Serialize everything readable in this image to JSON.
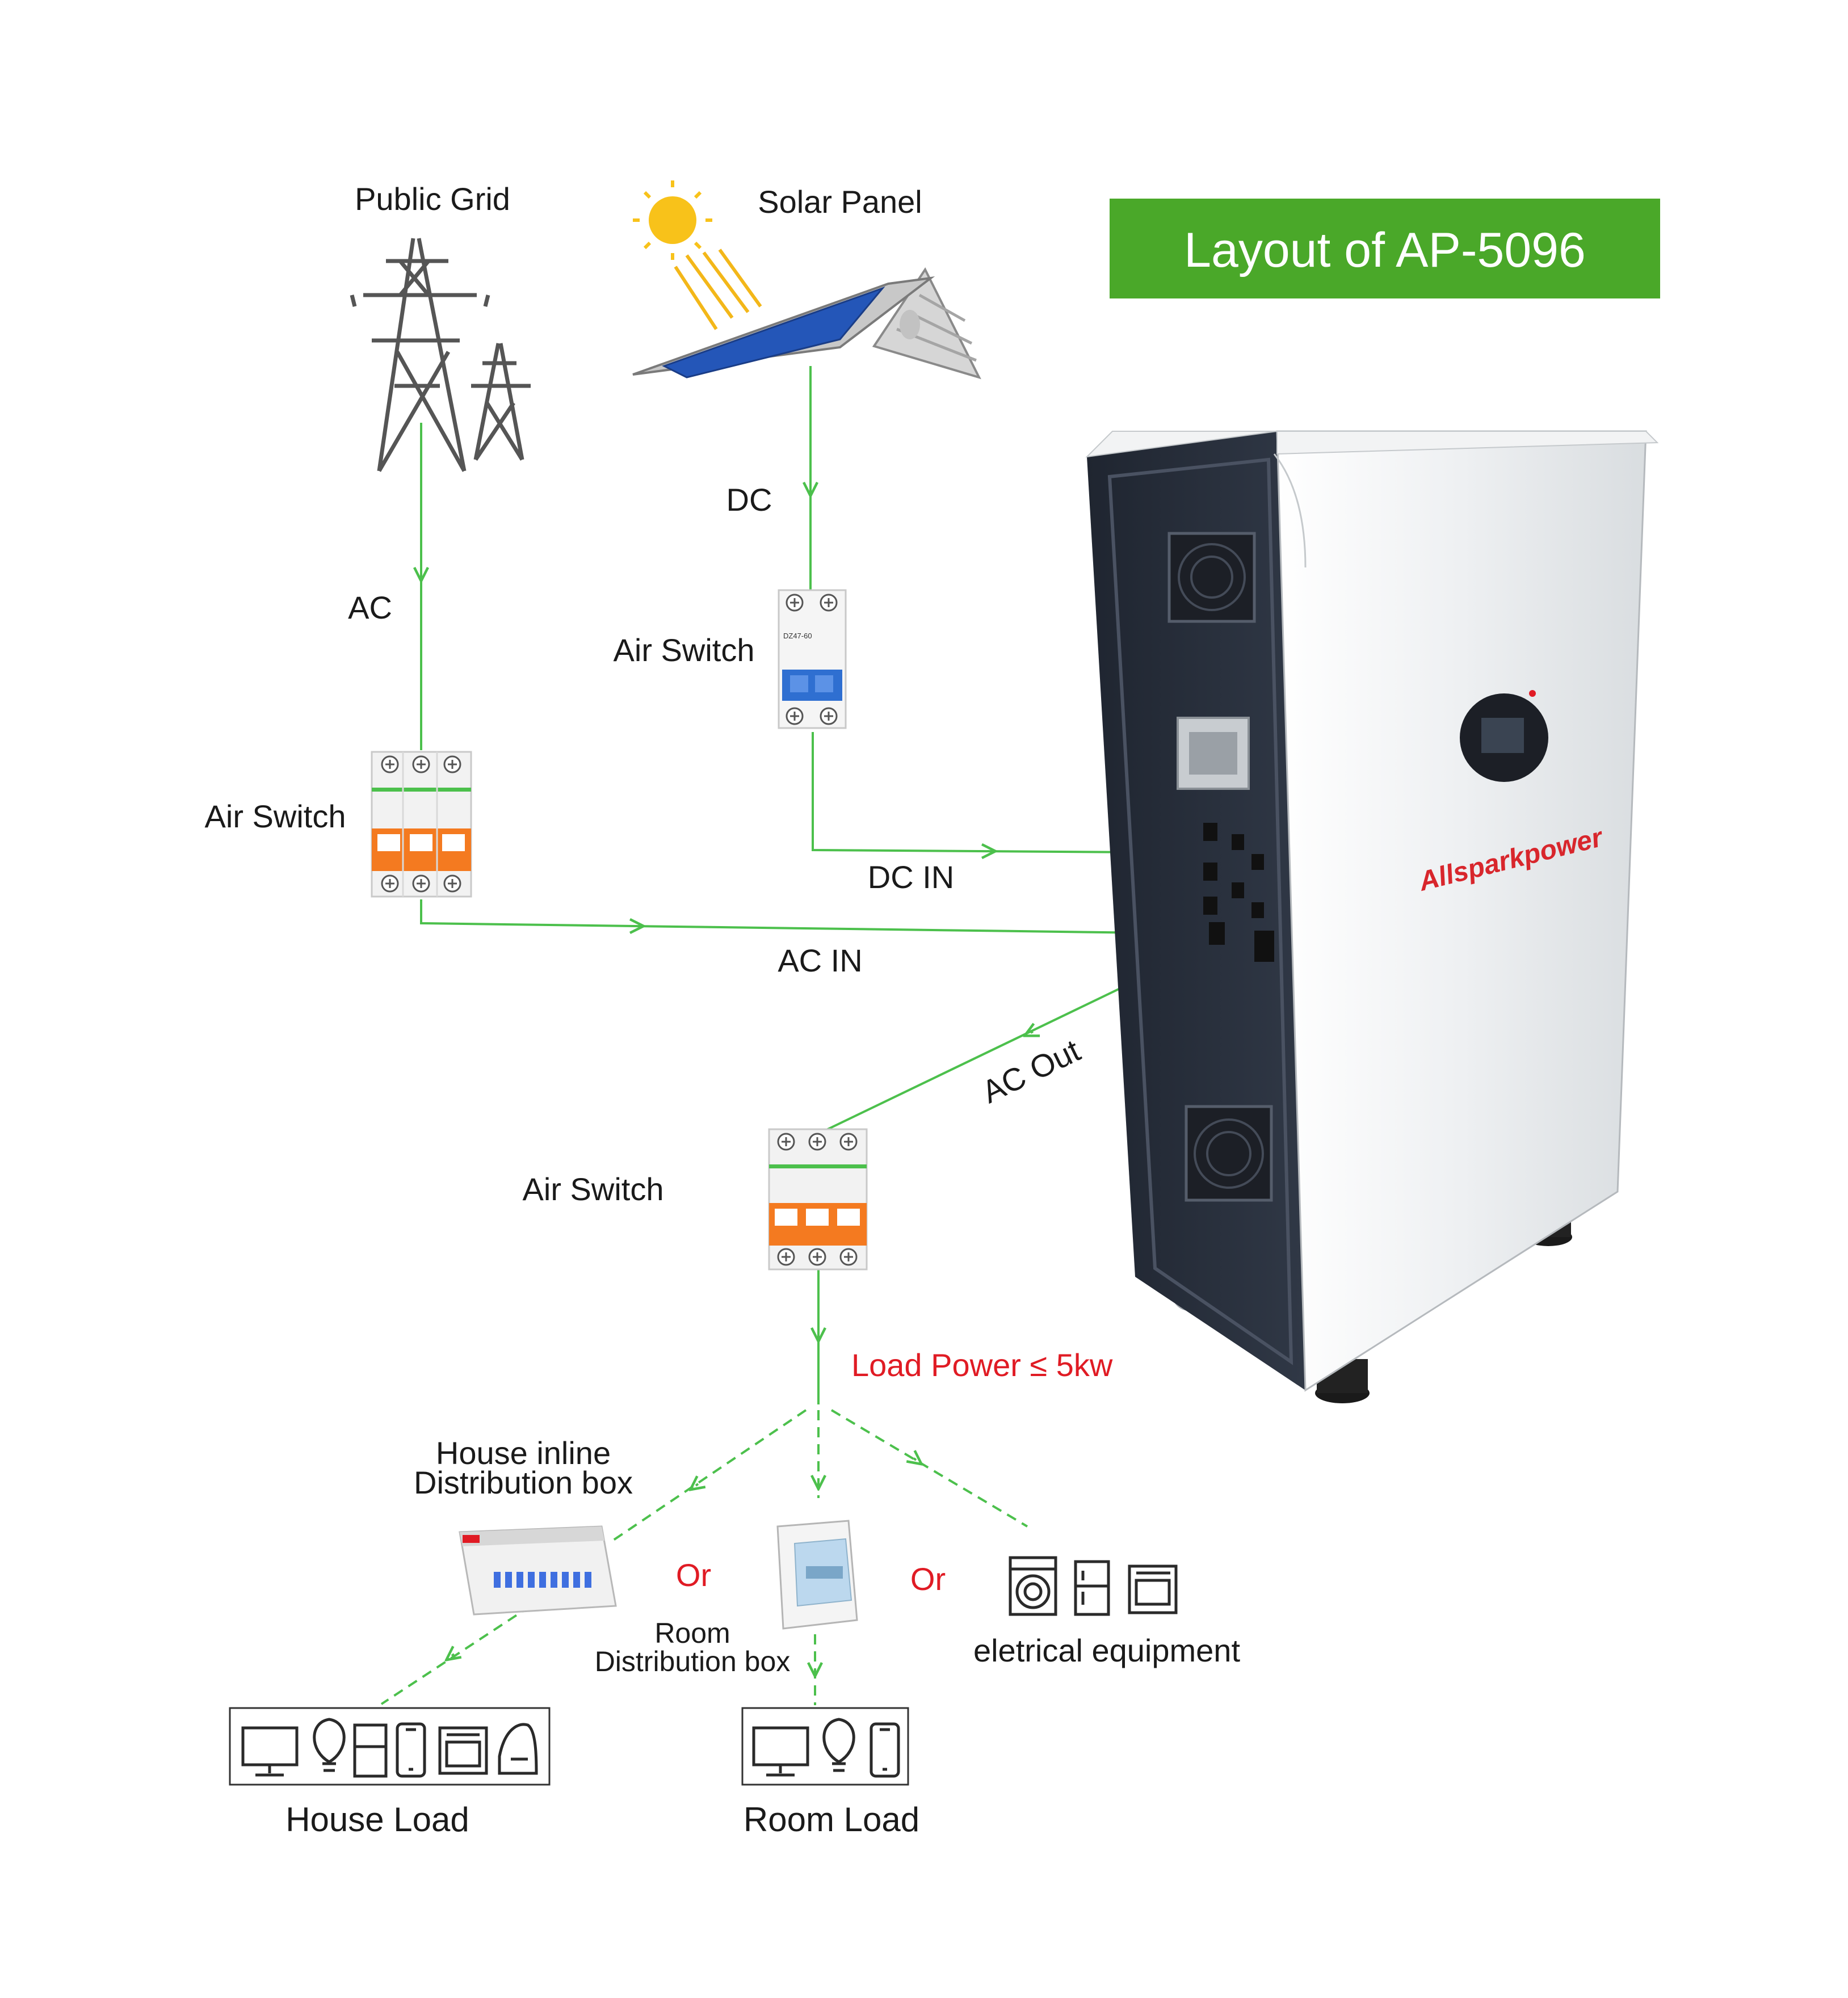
{
  "title": "Layout of AP-5096",
  "colors": {
    "accent_green": "#4aa829",
    "wire_green": "#4cc04c",
    "alert_red": "#e01b24",
    "cabinet_dark": "#2b3240",
    "cabinet_light": "#eceff1",
    "breaker_orange": "#f47a20",
    "breaker_blue": "#2f6fd1"
  },
  "sources": {
    "grid_label": "Public Grid",
    "solar_label": "Solar Panel"
  },
  "wires": {
    "ac": "AC",
    "dc": "DC",
    "dc_in": "DC IN",
    "ac_in": "AC IN",
    "ac_out": "AC Out"
  },
  "switches": {
    "grid_switch": "Air Switch",
    "solar_switch": "Air Switch",
    "output_switch": "Air Switch"
  },
  "load_power": "Load Power ≤ 5kw",
  "distribution": {
    "house_box_line1": "House inline",
    "house_box_line2": "Distribution box",
    "or_1": "Or",
    "or_2": "Or",
    "room_box_line1": "Room",
    "room_box_line2": "Distribution box",
    "equipment": "eletrical equipment"
  },
  "loads": {
    "house": "House Load",
    "room": "Room Load"
  },
  "product": {
    "brand": "Allsparkpower",
    "dc_breaker_text": "DZ47-60"
  },
  "icons": {
    "grid": "power-tower-icon",
    "solar": "solar-panel-icon",
    "sun": "sun-icon",
    "fan": "fan-grill-icon",
    "display": "lcd-display-icon",
    "tv": "monitor-icon",
    "bulb": "light-bulb-icon",
    "fridge": "fridge-icon",
    "phone": "phone-icon",
    "oven": "oven-icon",
    "iron": "iron-icon",
    "washer": "washing-machine-icon"
  }
}
